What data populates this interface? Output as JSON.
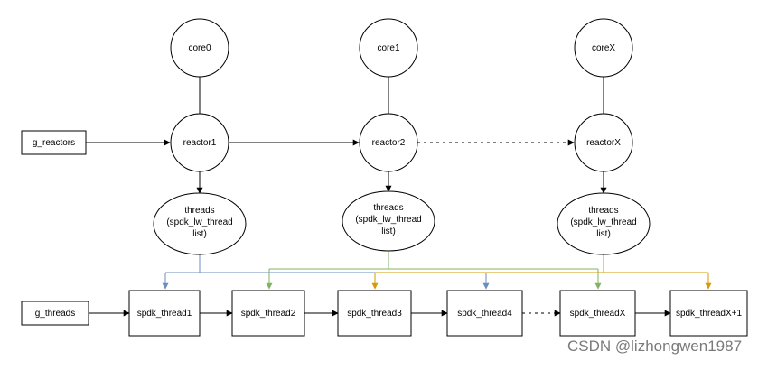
{
  "colors": {
    "stroke": "#000000",
    "blue": "#6c8ebf",
    "green": "#82b366",
    "orange": "#d79b00",
    "watermark": "#7a7a7a"
  },
  "cores": {
    "core0": "core0",
    "core1": "core1",
    "coreX": "coreX"
  },
  "reactors": {
    "reactor1": "reactor1",
    "reactor2": "reactor2",
    "reactorX": "reactorX"
  },
  "threads_nodes": {
    "line1": "threads",
    "line2": "(spdk_lw_thread",
    "line3": "list)"
  },
  "heads": {
    "g_reactors": "g_reactors",
    "g_threads": "g_threads"
  },
  "spdk_threads": [
    "spdk_thread1",
    "spdk_thread2",
    "spdk_thread3",
    "spdk_thread4",
    "spdk_threadX",
    "spdk_threadX+1"
  ],
  "watermark": "CSDN @lizhongwen1987"
}
